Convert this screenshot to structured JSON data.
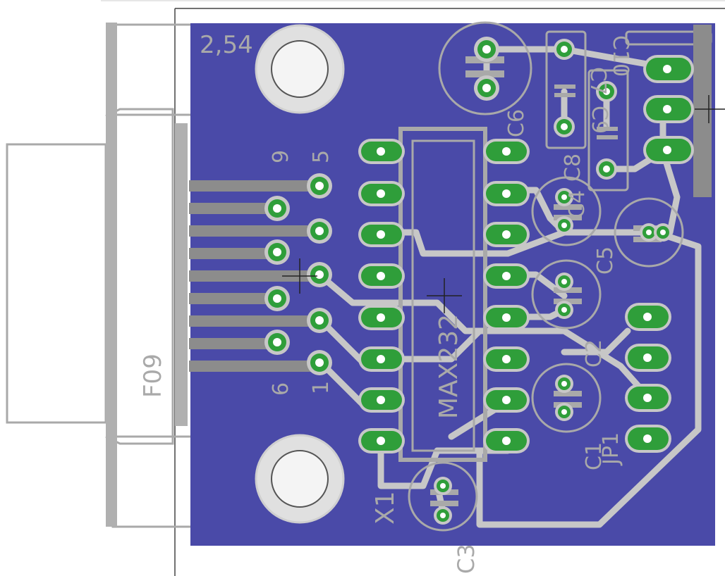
{
  "colors": {
    "background": "#ffffff",
    "copper_pour": "#4a4aa8",
    "trace": "#c7c7c7",
    "pad": "#2f9e3a",
    "pad_ring": "#bfbfbf",
    "silkscreen": "#a9a9a9",
    "hole": "#ffffff",
    "outline": "#444444"
  },
  "labels": {
    "grid": "2,54",
    "connector": "F09",
    "pin9": "9",
    "pin5": "5",
    "pin6": "6",
    "pin1": "1",
    "ic": "MAX232",
    "c1": "C1",
    "c2": "C2",
    "c3": "C3",
    "c4": "C4",
    "c5": "C5",
    "c6": "C6",
    "c7": "C7",
    "c8": "C8",
    "c9": "C9",
    "x1": "X1",
    "jp1": "JP1",
    "c10": "C10"
  }
}
